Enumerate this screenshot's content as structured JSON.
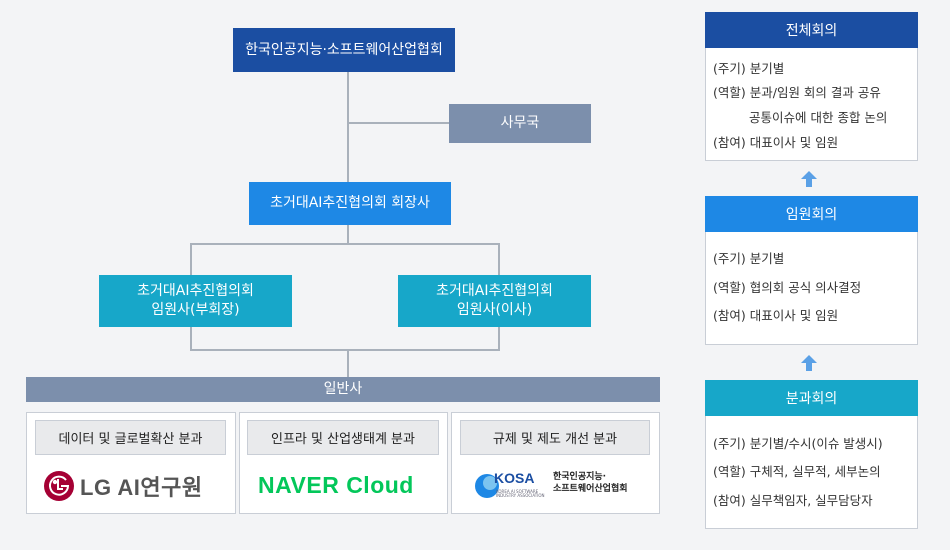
{
  "org": {
    "top": "한국인공지능·소프트웨어산업협회",
    "secretariat": "사무국",
    "chair": "초거대AI추진협의회 회장사",
    "vice": [
      "초거대AI추진협의회",
      "임원사(부회장)"
    ],
    "director": [
      "초거대AI추진협의회",
      "임원사(이사)"
    ],
    "general": "일반사"
  },
  "divisions": [
    {
      "label": "데이터 및 글로벌확산 분과",
      "logo": "LG AI연구원"
    },
    {
      "label": "인프라 및 산업생태계 분과",
      "logo": "NAVER Cloud"
    },
    {
      "label": "규제 및 제도 개선 분과",
      "logo_word": "KOSA",
      "logo_sub": "KOREA AI SOFTWARE INDUSTRY ASSOCIATION",
      "logo_name": [
        "한국인공지능·",
        "소프트웨어산업협회"
      ]
    }
  ],
  "meetings": [
    {
      "title": "전체회의",
      "color": "#1b4ea2",
      "lines": [
        "(주기) 분기별",
        "(역할) 분과/임원 회의 결과 공유",
        "공통이슈에 대한 종합 논의",
        "(참여) 대표이사 및 임원"
      ]
    },
    {
      "title": "임원회의",
      "color": "#1e88e5",
      "lines": [
        "(주기) 분기별",
        "(역할) 협의회 공식 의사결정",
        "(참여) 대표이사 및 임원"
      ]
    },
    {
      "title": "분과회의",
      "color": "#17a7c9",
      "lines": [
        "(주기) 분기별/수시(이슈 발생시)",
        "(역할) 구체적, 실무적, 세부논의",
        "(참여) 실무책임자, 실무담당자"
      ]
    }
  ],
  "colors": {
    "dark": "#1b4ea2",
    "gray": "#7c8fac",
    "blue": "#1e88e5",
    "teal": "#17a7c9",
    "arrow": "#5aa0e6"
  }
}
